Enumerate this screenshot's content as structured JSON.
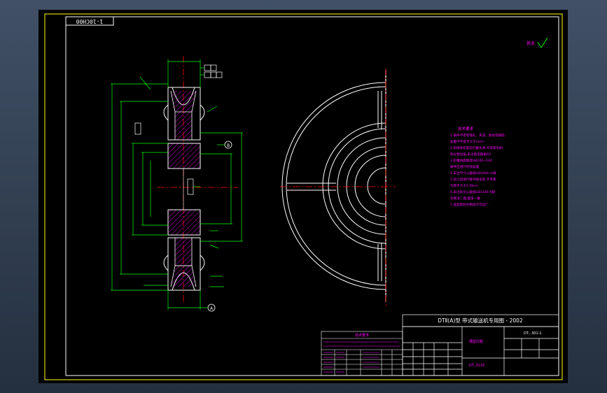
{
  "drawing": {
    "drawing_code": "1-10CH00",
    "main_title": "DTⅡ(A)型  带式输送机专用图 - 2002",
    "part_name": "槽型托辊",
    "drawing_number": "DT..0116",
    "table_header": "技术要求",
    "std_code": "DT...301-1",
    "roughness_symbol": "其余",
    "datum_a": "A",
    "datum_b": "B"
  },
  "notes": {
    "title": "技术要求",
    "lines": [
      "1.铸件不得有缩孔、夹渣、裂纹等缺陷",
      "  表面不平度不大于1mm",
      "2.轮缘及轮毂应打磨光滑,不得有毛刺",
      "  和尖锐边角,未注铸造圆角R3",
      "3.轮槽表面硬度HB200~240",
      "  铸件应进行时效处理",
      "4.未注尺寸公差按GB1804-m级",
      "5.加工后进行静平衡试验,不平衡",
      "  力矩不大于0.5N·m",
      "6.未注形位公差按GB1184-K级",
      "  涂底漆二遍,面漆一遍",
      "7.成品检验合格后方可出厂"
    ]
  },
  "colors": {
    "outline": "#ffffff",
    "dimension": "#00ff00",
    "centerline": "#ff0000",
    "text": "#ff00ff",
    "frame": "#ffff00"
  }
}
